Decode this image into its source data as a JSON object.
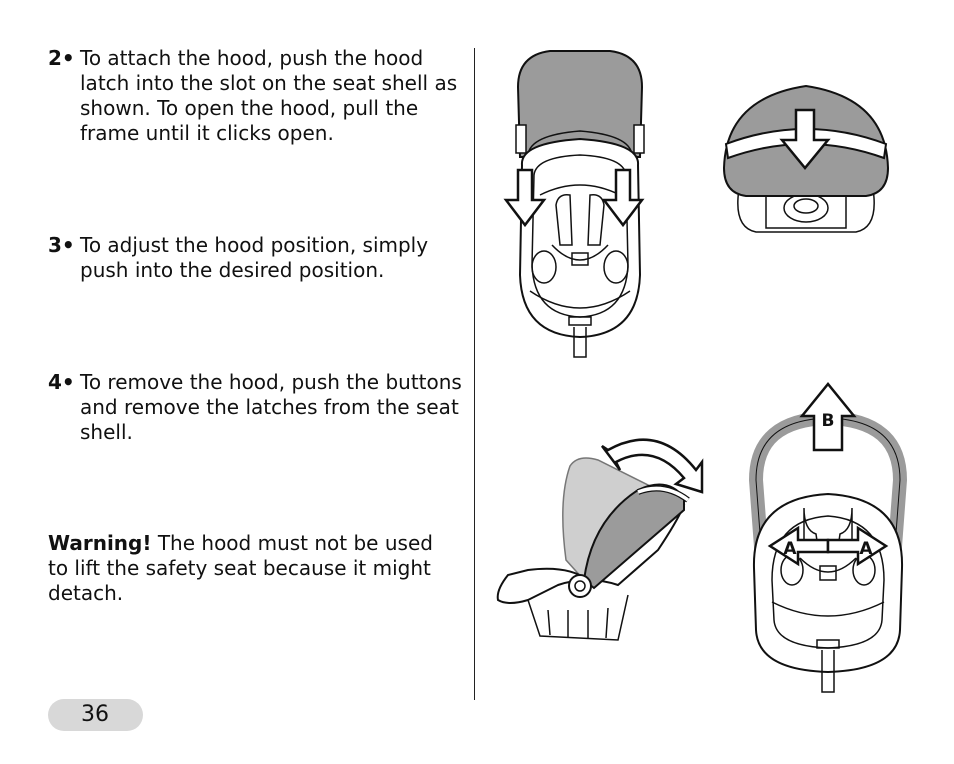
{
  "steps": [
    {
      "number": "2•",
      "text": "To attach the hood, push the hood latch into the slot on the seat shell as shown. To open the hood, pull the frame until it clicks open."
    },
    {
      "number": "3•",
      "text": "To adjust the hood position, simply push into the desired position."
    },
    {
      "number": "4•",
      "text": "To remove the hood, push the buttons and remove the latches from the seat shell."
    }
  ],
  "warning": {
    "label": "Warning!",
    "text": " The hood must not be used to lift the safety seat because it might detach."
  },
  "page_number": "36",
  "figures": {
    "label_a": "A",
    "label_b": "B"
  },
  "colors": {
    "hood_gray": "#9b9b9b",
    "badge_gray": "#d8d8d8",
    "line": "#111111"
  }
}
